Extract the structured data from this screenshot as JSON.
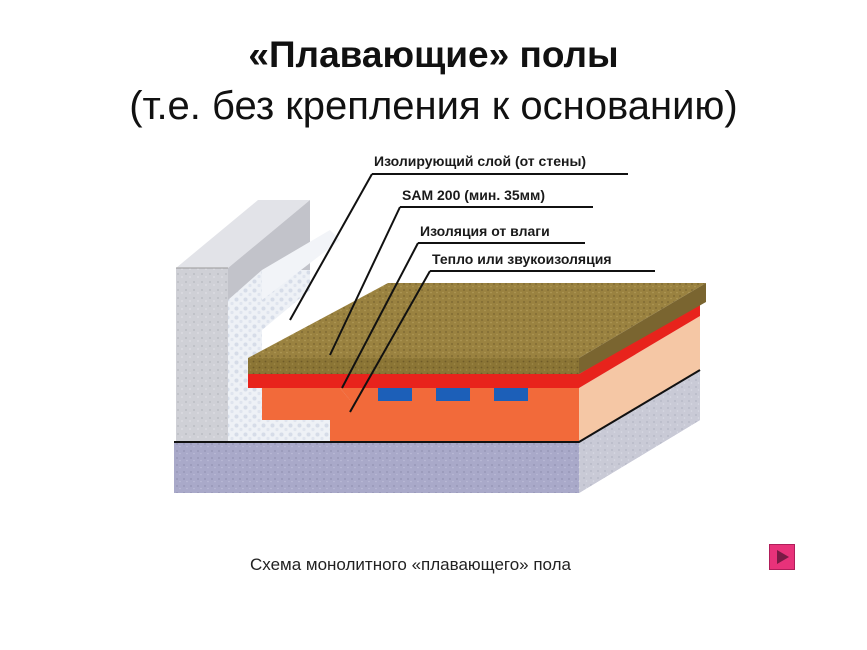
{
  "slide": {
    "title": "«Плавающие» полы",
    "subtitle": "(т.е. без крепления к основанию)"
  },
  "diagram": {
    "labels": [
      "Изолирующий слой (от стены)",
      "SAM 200 (мин. 35мм)",
      "Изоляция от влаги",
      "Тепло или звукоизоляция"
    ],
    "colors": {
      "screed": "#8b7535",
      "moisture_barrier": "#e8231c",
      "insulation": "#f26a3a",
      "insulation_side": "#f5c7a5",
      "pipes": "#1c5fb8",
      "wall": "#d4d5d9",
      "edge_strip": "#eef1f6",
      "base": "#a8a8c8"
    }
  },
  "caption": "Схема монолитного «плавающего» пола",
  "nav": {
    "next_icon": "play-triangle-icon"
  }
}
